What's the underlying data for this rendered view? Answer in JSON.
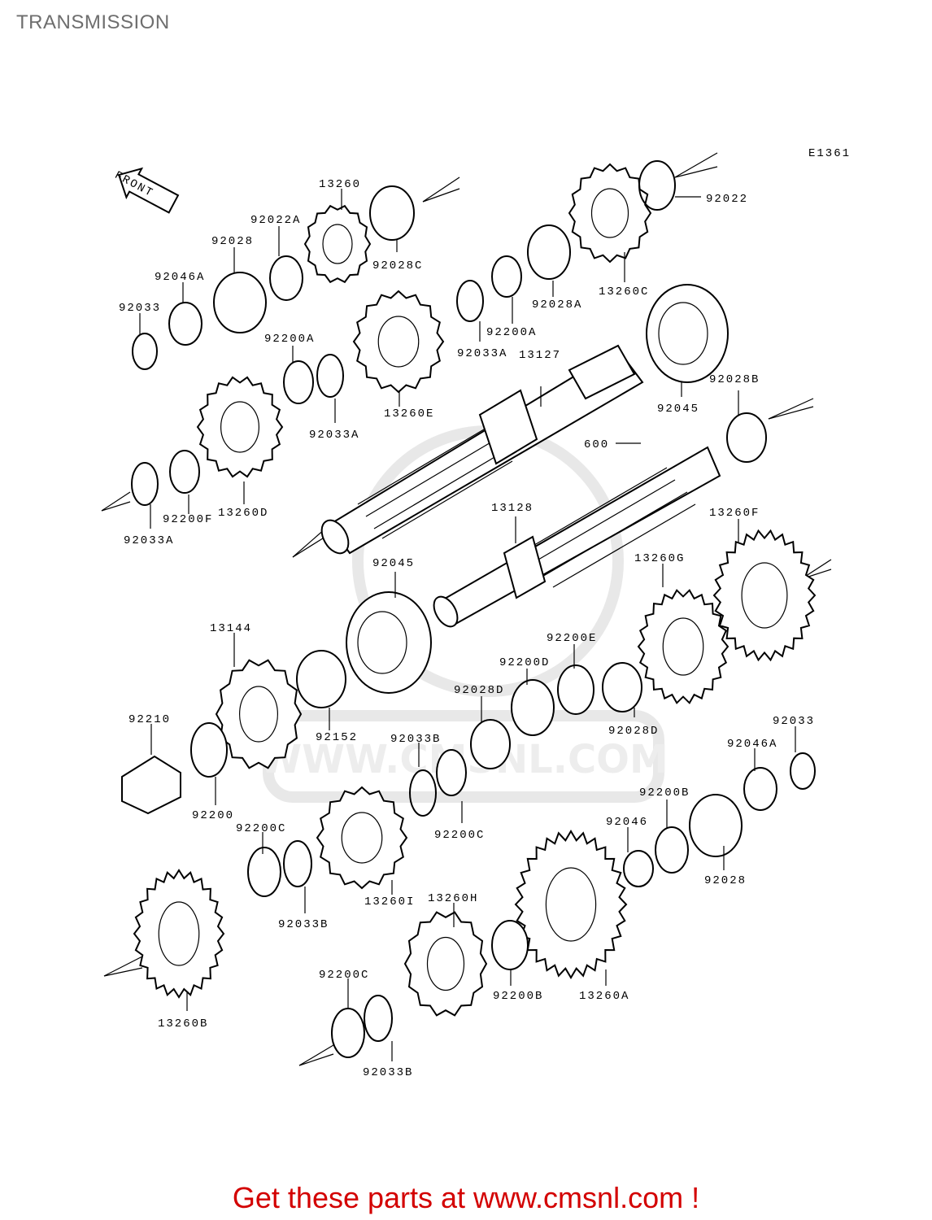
{
  "page": {
    "title": "TRANSMISSION",
    "footer_link": "Get these parts at www.cmsnl.com !"
  },
  "diagram": {
    "code": "E1361",
    "front_label": "FRONT",
    "watermark": "WWW.CMSNL.COM",
    "callouts": [
      "13260",
      "92022A",
      "92028",
      "92046A",
      "92033",
      "92028C",
      "92200A",
      "92033A",
      "13260E",
      "92033A",
      "92200A",
      "92028A",
      "13260C",
      "92022",
      "13127",
      "92045",
      "92028B",
      "92033A",
      "92200F",
      "13260D",
      "600",
      "13128",
      "13260F",
      "13260G",
      "92045",
      "13144",
      "92200E",
      "92200D",
      "92028D",
      "92028D",
      "92152",
      "92210",
      "92033B",
      "92200",
      "92200C",
      "92200C",
      "92033",
      "92046A",
      "92200B",
      "92046",
      "92028",
      "92033B",
      "13260I",
      "13260H",
      "13260B",
      "92200C",
      "92200B",
      "13260A",
      "92033B"
    ]
  }
}
